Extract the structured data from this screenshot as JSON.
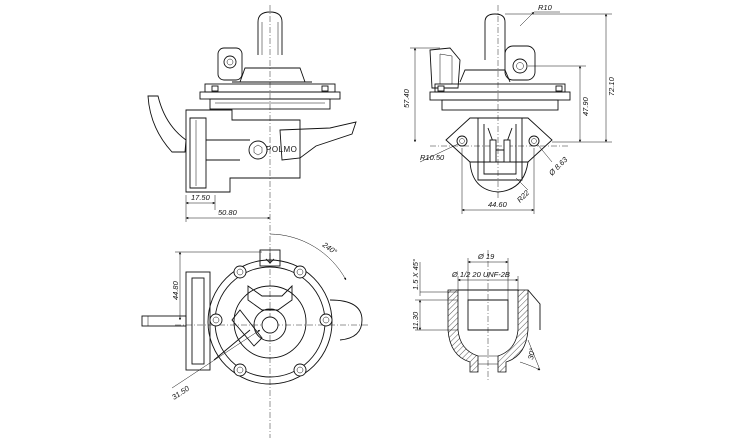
{
  "brand": "POLMO",
  "views": {
    "front": {
      "dims": {
        "d1": "17.50",
        "d2": "50.80"
      }
    },
    "side": {
      "dims": {
        "r10": "R10",
        "h1": "57.40",
        "h2": "47.90",
        "h3": "72.10",
        "r1050": "R10.50",
        "dia863": "Ø 8.63",
        "r22": "R22",
        "w4460": "44.60"
      }
    },
    "top": {
      "dims": {
        "a240": "240°",
        "h4480": "44.80",
        "r3150": "31.50"
      }
    },
    "section": {
      "dims": {
        "d19": "Ø 19",
        "thread": "Ø 1/2 20 UNF-2B",
        "ch": "1.5 X 45°",
        "h1130": "11.30",
        "a30": "30°"
      }
    }
  }
}
